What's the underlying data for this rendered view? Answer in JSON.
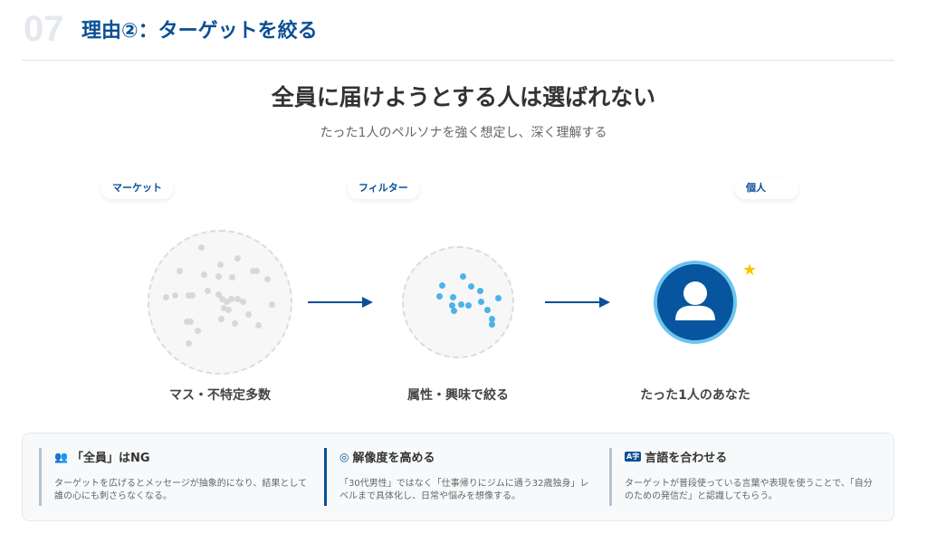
{
  "header": {
    "number": "07",
    "title": "理由②：ターゲットを絞る"
  },
  "headline": "全員に届けようとする人は選ばれない",
  "subheadline": "たった1人のペルソナを強く想定し、深く理解する",
  "stages": [
    {
      "tag": "マーケット",
      "caption": "マス・不特定多数"
    },
    {
      "tag": "フィルター",
      "caption": "属性・興味で絞る"
    },
    {
      "tag": "個人",
      "caption": "たった1人のあなた"
    }
  ],
  "points": [
    {
      "icon": "people-icon",
      "title": "「全員」はNG",
      "body": "ターゲットを広げるとメッセージが抽象的になり、結果として誰の心にも刺さらなくなる。"
    },
    {
      "icon": "target-icon",
      "title": "解像度を高める",
      "body": "「30代男性」ではなく「仕事帰りにジムに通う32歳独身」レベルまで具体化し、日常や悩みを想像する。"
    },
    {
      "icon": "language-icon",
      "title": "言語を合わせる",
      "body": "ターゲットが普段使っている言葉や表現を使うことで、「自分のための発信だ」と認識してもらう。"
    }
  ],
  "colors": {
    "primary": "#0a4f97",
    "accent": "#4bb3e8",
    "gray_dot": "#d8d8d8",
    "star": "#f5c800"
  }
}
